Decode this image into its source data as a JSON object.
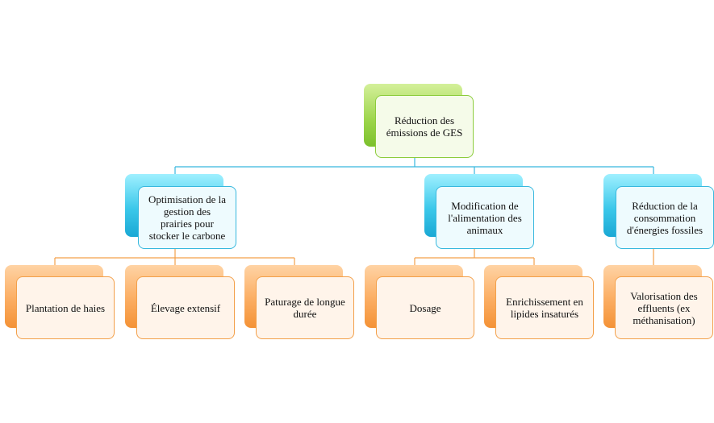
{
  "diagram": {
    "root": "Réduction des\némissions de GES",
    "level1": [
      "Optimisation de la\ngestion des\nprairies pour\nstocker le carbone",
      "Modification de\nl'alimentation des\nanimaux",
      "Réduction de la\nconsommation\nd'énergies fossiles"
    ],
    "level2": [
      "Plantation de haies",
      "Élevage extensif",
      "Paturage de longue\ndurée",
      "Dosage",
      "Enrichissement en\nlipides insaturés",
      "Valorisation des\neffluents (ex\nméthanisation)"
    ],
    "colors": {
      "root_accent": "#8ccc3c",
      "level1_accent": "#37b8de",
      "level2_accent": "#f3a04a",
      "connector_blue": "#37b8de",
      "connector_orange": "#f3a04a"
    }
  }
}
